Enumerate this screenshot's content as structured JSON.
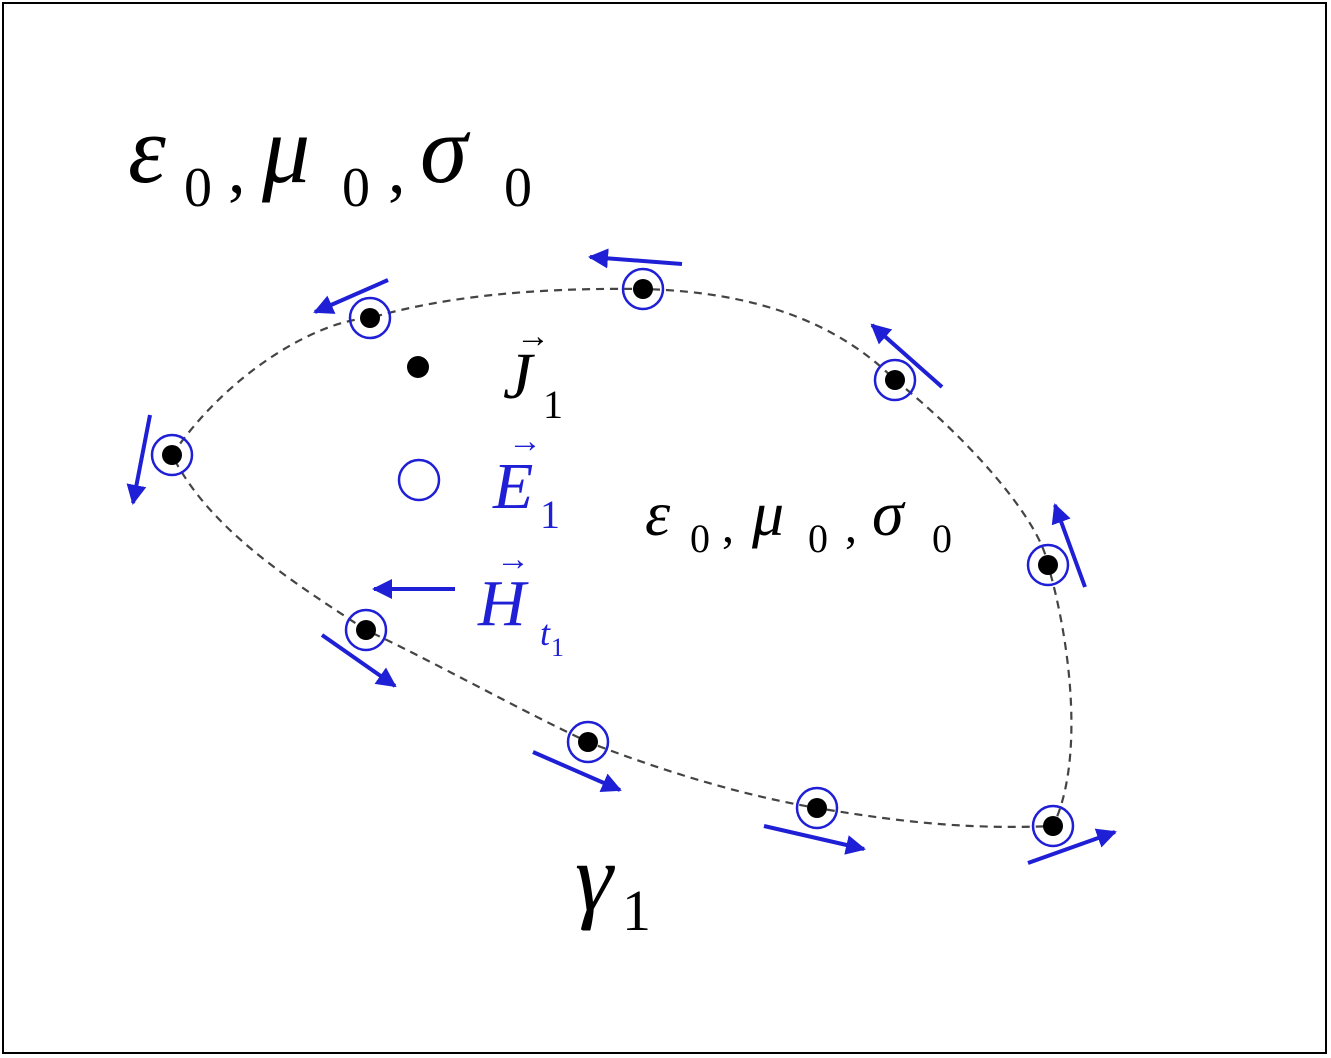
{
  "outer_medium": {
    "symbols": [
      "ε",
      "μ",
      "σ"
    ],
    "subscript": "0",
    "separator": ","
  },
  "inner_medium": {
    "symbols": [
      "ε",
      "μ",
      "σ"
    ],
    "subscript": "0",
    "separator": ","
  },
  "legend": {
    "current": {
      "symbol": "J",
      "subscript": "1",
      "arrow": "→"
    },
    "electric": {
      "symbol": "E",
      "subscript": "1",
      "arrow": "→"
    },
    "magnetic": {
      "symbol": "H",
      "subscript": "t",
      "sub_subscript": "1",
      "arrow": "→"
    }
  },
  "contour_label": {
    "symbol": "γ",
    "subscript": "1"
  },
  "colors": {
    "field": "#1f1fd6",
    "point": "#000000",
    "contour": "#444444",
    "text": "#000000"
  }
}
